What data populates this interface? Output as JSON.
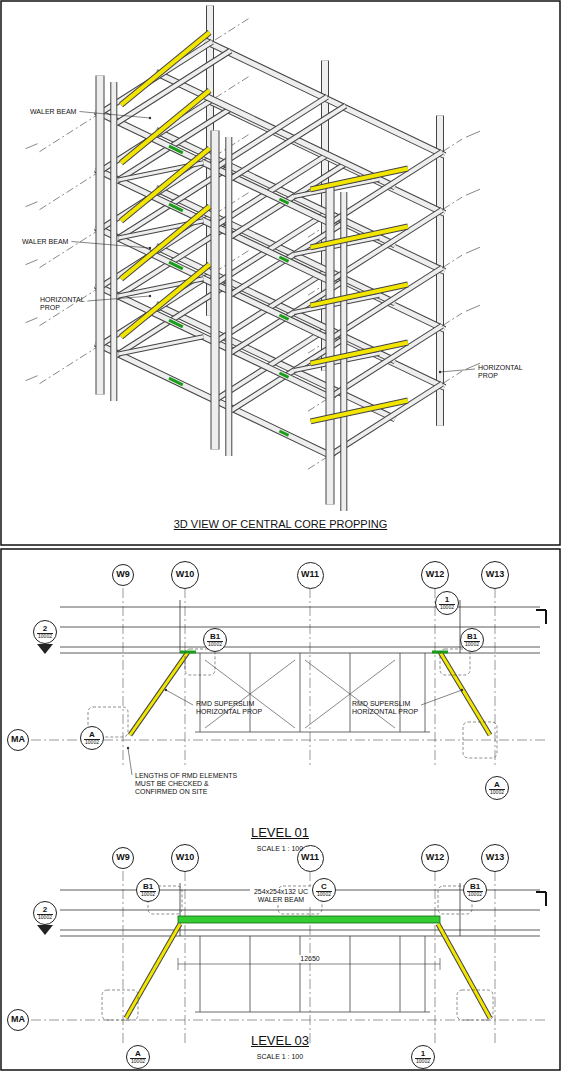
{
  "diagram": {
    "title": "3D VIEW OF CENTRAL CORE PROPPING",
    "nodes": [
      {
        "text": [
          "W9"
        ]
      },
      {
        "text": [
          "W10"
        ]
      },
      {
        "text": [
          "W11"
        ]
      },
      {
        "text": [
          "W12"
        ]
      },
      {
        "text": [
          "W13"
        ]
      },
      {
        "text": [
          "MA"
        ]
      },
      {
        "text": [
          "2",
          "10002"
        ]
      },
      {
        "text": [
          "B1",
          "10002"
        ]
      },
      {
        "text": [
          "B1",
          "10002"
        ]
      },
      {
        "text": [
          "1",
          "10002"
        ]
      },
      {
        "text": [
          "A",
          "10002"
        ]
      },
      {
        "text": [
          "A",
          "10002"
        ]
      },
      {
        "text": [
          "W9"
        ]
      },
      {
        "text": [
          "W10"
        ]
      },
      {
        "text": [
          "W11"
        ]
      },
      {
        "text": [
          "W12"
        ]
      },
      {
        "text": [
          "W13"
        ]
      },
      {
        "text": [
          "MA"
        ]
      },
      {
        "text": [
          "2",
          "10002"
        ]
      },
      {
        "text": [
          "B1",
          "10002"
        ]
      },
      {
        "text": [
          "C",
          "10002"
        ]
      },
      {
        "text": [
          "B1",
          "10002"
        ]
      },
      {
        "text": [
          "A",
          "10002"
        ]
      },
      {
        "text": [
          "1",
          "10002"
        ]
      }
    ],
    "labels": [
      "WALER BEAM",
      "WALER BEAM",
      "HORIZONTAL PROP",
      "HORIZONTAL PROP",
      "RMD SUPERSLIM HORIZONTAL PROP",
      "RMD SUPERSLIM HORIZONTAL PROP",
      "LENGTHS OF RMD ELEMENTS MUST BE CHECKED & CONFIRMED ON SITE",
      "LEVEL 01",
      "SCALE 1 : 100",
      "254x254x132 UC WALER BEAM",
      "12650",
      "LEVEL 03",
      "SCALE 1 : 100"
    ]
  }
}
